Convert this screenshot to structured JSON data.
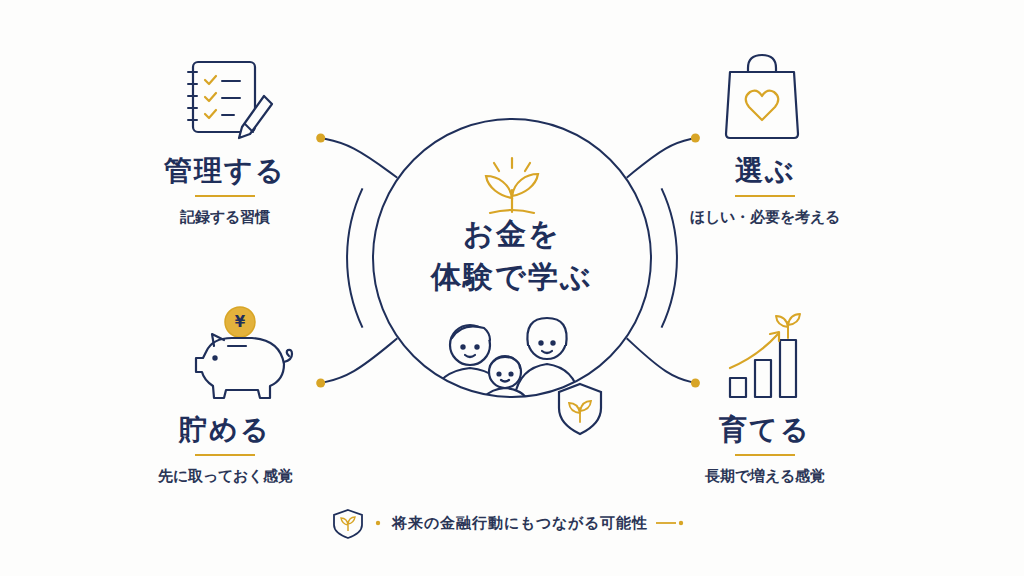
{
  "diagram": {
    "nodes": [
      {
        "text": [
          "お金を 体験で学ぶ"
        ]
      },
      {
        "text": [
          "管理する",
          "記録する習慣"
        ]
      },
      {
        "text": [
          "選ぶ",
          "ほしい・必要を考える"
        ]
      },
      {
        "text": [
          "貯める",
          "先に取っておく感覚"
        ]
      },
      {
        "text": [
          "育てる",
          "長期で増える感覚"
        ]
      }
    ],
    "edges": [
      {
        "from": 0,
        "to": 1,
        "arrow": "none"
      },
      {
        "from": 0,
        "to": 2,
        "arrow": "none"
      },
      {
        "from": 0,
        "to": 3,
        "arrow": "none"
      },
      {
        "from": 0,
        "to": 4,
        "arrow": "none"
      }
    ],
    "labels": [
      "¥",
      "将来の金融行動にもつながる可能性"
    ]
  }
}
